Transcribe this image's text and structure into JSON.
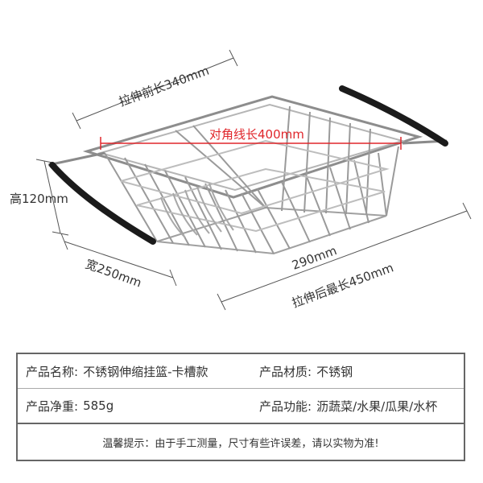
{
  "dimensions": {
    "front_length": "拉伸前长340mm",
    "diagonal": "对角线长400mm",
    "height": "高120mm",
    "width": "宽250mm",
    "inner_length": "290mm",
    "max_length": "拉伸后最长450mm"
  },
  "info": {
    "name_label": "产品名称:",
    "name_value": "不锈钢伸缩挂篮-卡槽款",
    "material_label": "产品材质:",
    "material_value": "不锈钢",
    "weight_label": "产品净重:",
    "weight_value": "585g",
    "function_label": "产品功能:",
    "function_value": "沥蔬菜/水果/瓜果/水杯"
  },
  "note": "温馨提示：由于手工测量，尺寸有些许误差，请以实物为准!",
  "colors": {
    "red_line": "#e0262b",
    "wire": "#9a9a9a",
    "handle": "#1b1b1b"
  }
}
